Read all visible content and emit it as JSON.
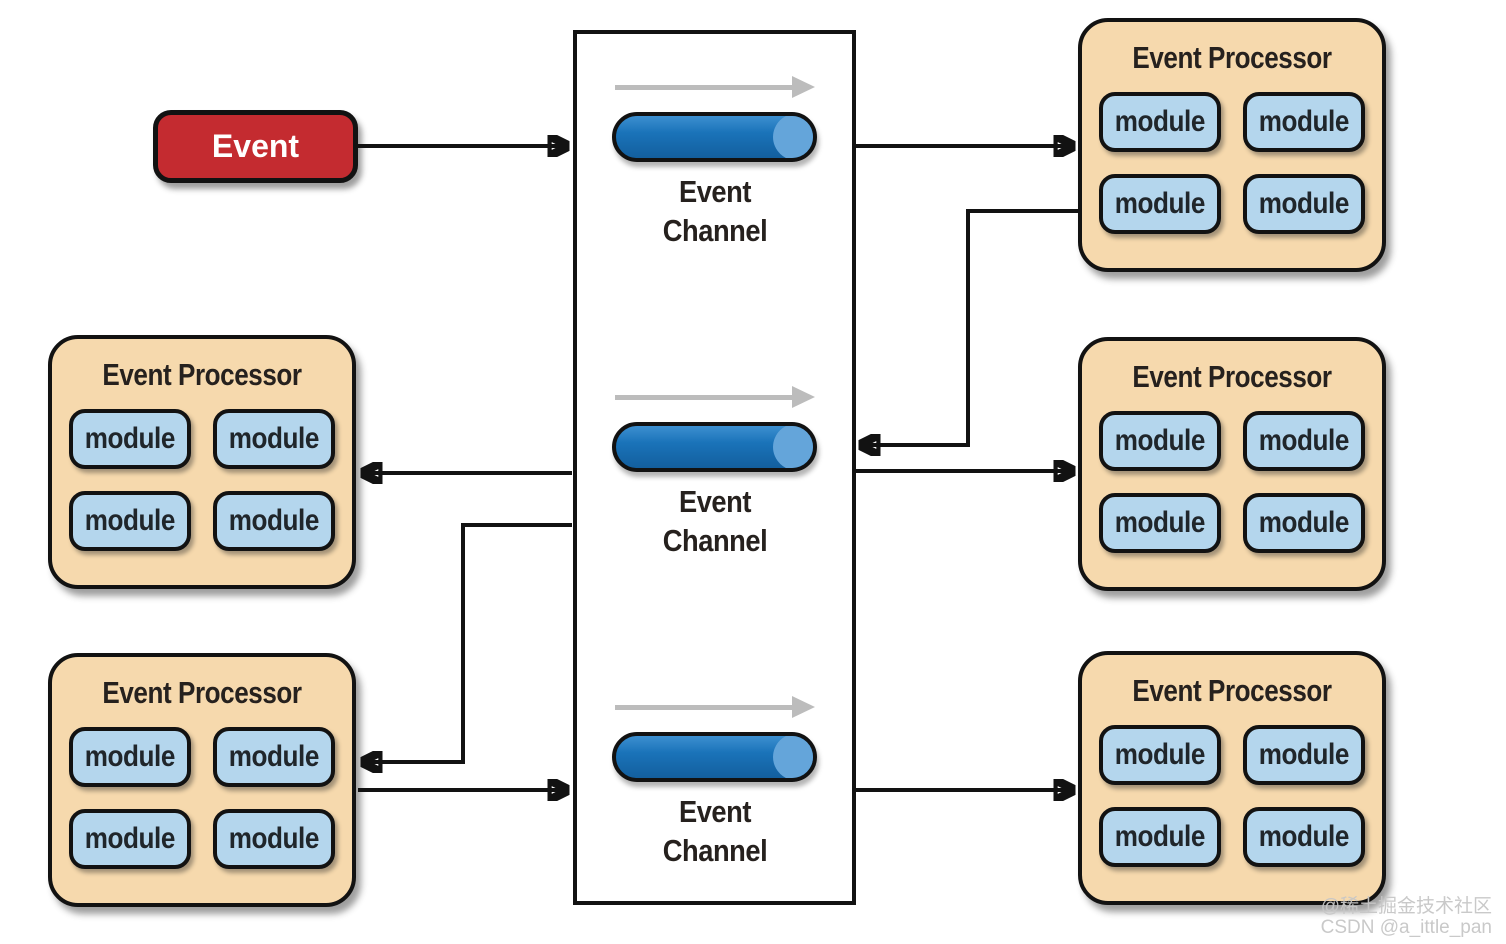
{
  "event_source": {
    "label": "Event"
  },
  "channel_column": {
    "channels": [
      {
        "label": "Event Channel"
      },
      {
        "label": "Event Channel"
      },
      {
        "label": "Event Channel"
      }
    ]
  },
  "processors": [
    {
      "position": "top-right",
      "title": "Event Processor",
      "modules": [
        "module",
        "module",
        "module",
        "module"
      ]
    },
    {
      "position": "middle-right",
      "title": "Event Processor",
      "modules": [
        "module",
        "module",
        "module",
        "module"
      ]
    },
    {
      "position": "bottom-right",
      "title": "Event Processor",
      "modules": [
        "module",
        "module",
        "module",
        "module"
      ]
    },
    {
      "position": "middle-left",
      "title": "Event Processor",
      "modules": [
        "module",
        "module",
        "module",
        "module"
      ]
    },
    {
      "position": "bottom-left",
      "title": "Event Processor",
      "modules": [
        "module",
        "module",
        "module",
        "module"
      ]
    }
  ],
  "watermark": {
    "line1": "@稀土掘金技术社区",
    "line2": "CSDN @a_ittle_pan"
  },
  "colors": {
    "event_red": "#c42b30",
    "pipe_blue": "#1a73b9",
    "pipe_cap_blue": "#64a5da",
    "processor_tan": "#f6d9ad",
    "module_blue": "#b4d6ed",
    "outline_black": "#121212",
    "flow_arrow_gray": "#bcbcbc",
    "text_dark": "#26211e",
    "watermark_gray": "#c7c7c7"
  }
}
